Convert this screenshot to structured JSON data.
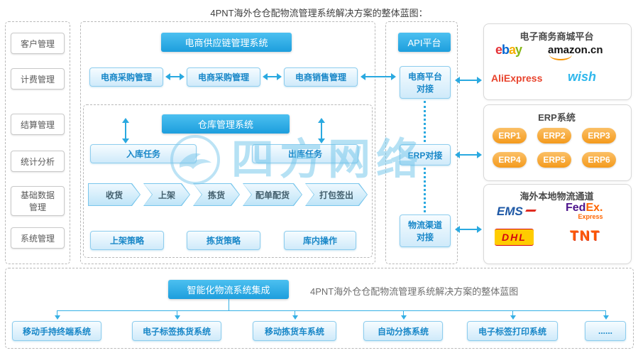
{
  "page_title": "4PNT海外仓仓配物流管理系统解决方案的整体蓝图：",
  "colors": {
    "blue": "#29a9e0",
    "light_blue": "#cfeafa",
    "orange": "#f49a1c"
  },
  "left_menu": {
    "items": [
      "客户管理",
      "计费管理",
      "结算管理",
      "统计分析",
      "基础数据管理",
      "系统管理"
    ]
  },
  "supply_chain": {
    "title": "电商供应链管理系统",
    "modules": [
      "电商采购管理",
      "电商采购管理",
      "电商销售管理"
    ]
  },
  "warehouse": {
    "title": "仓库管理系统",
    "inbound": "入库任务",
    "outbound": "出库任务",
    "flow": [
      "收货",
      "上架",
      "拣货",
      "配单配货",
      "打包签出"
    ],
    "strategies": [
      "上架策略",
      "拣货策略",
      "库内操作"
    ]
  },
  "api": {
    "platform": "API平台",
    "ecommerce_link": "电商平台对接",
    "erp_link": "ERP对接",
    "logistics_link": "物流渠道对接"
  },
  "panels": {
    "mall": {
      "title": "电子商务商城平台",
      "ebay": [
        "e",
        "b",
        "a",
        "y"
      ],
      "amazon": "amazon.cn",
      "aliexpress": "AliExpress",
      "wish": "wish"
    },
    "erp": {
      "title": "ERP系统",
      "items": [
        "ERP1",
        "ERP2",
        "ERP3",
        "ERP4",
        "ERP5",
        "ERP6"
      ]
    },
    "logistics": {
      "title": "海外本地物流通道",
      "ems": "EMS",
      "fedex": {
        "fed": "Fed",
        "ex": "Ex.",
        "sub": "Express"
      },
      "dhl": "DHL",
      "tnt": "TNT"
    }
  },
  "bottom": {
    "integration": "智能化物流系统集成",
    "caption": "4PNT海外仓仓配物流管理系统解决方案的整体蓝图",
    "systems": [
      "移动手持终端系统",
      "电子标签拣货系统",
      "移动拣货车系统",
      "自动分拣系统",
      "电子标签打印系统",
      "......"
    ]
  },
  "watermark": "四方网络"
}
